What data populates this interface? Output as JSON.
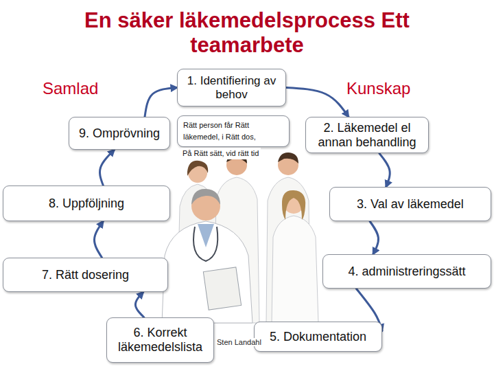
{
  "diagram": {
    "title": "En säker läkemedelsprocess Ett teamarbete",
    "nodes": [
      {
        "text": [
          "1. Identifiering av behov"
        ]
      },
      {
        "text": [
          "2. Läkemedel el annan behandling"
        ]
      },
      {
        "text": [
          "3. Val av läkemedel"
        ]
      },
      {
        "text": [
          "4. administreringssätt"
        ]
      },
      {
        "text": [
          "5. Dokumentation"
        ]
      },
      {
        "text": [
          "6. Korrekt läkemedelslista"
        ]
      },
      {
        "text": [
          "7. Rätt dosering"
        ]
      },
      {
        "text": [
          "8. Uppföljning"
        ]
      },
      {
        "text": [
          "9. Omprövning"
        ]
      },
      {
        "text": [
          "Rätt person får Rätt läkemedel, i Rätt dos,",
          "På Rätt sätt, vid rätt tid"
        ]
      }
    ],
    "edges": [
      {
        "from": 8,
        "to": 0,
        "arrow": "to"
      },
      {
        "from": 0,
        "to": 1,
        "arrow": "to"
      },
      {
        "from": 1,
        "to": 2,
        "arrow": "to"
      },
      {
        "from": 2,
        "to": 3,
        "arrow": "to"
      },
      {
        "from": 3,
        "to": 4,
        "arrow": "to"
      },
      {
        "from": 5,
        "to": 6,
        "arrow": "to"
      },
      {
        "from": 6,
        "to": 7,
        "arrow": "to"
      },
      {
        "from": 7,
        "to": 8,
        "arrow": "to"
      }
    ],
    "labels": [
      "Samlad",
      "Kunskap",
      "Sten Landahl"
    ]
  }
}
